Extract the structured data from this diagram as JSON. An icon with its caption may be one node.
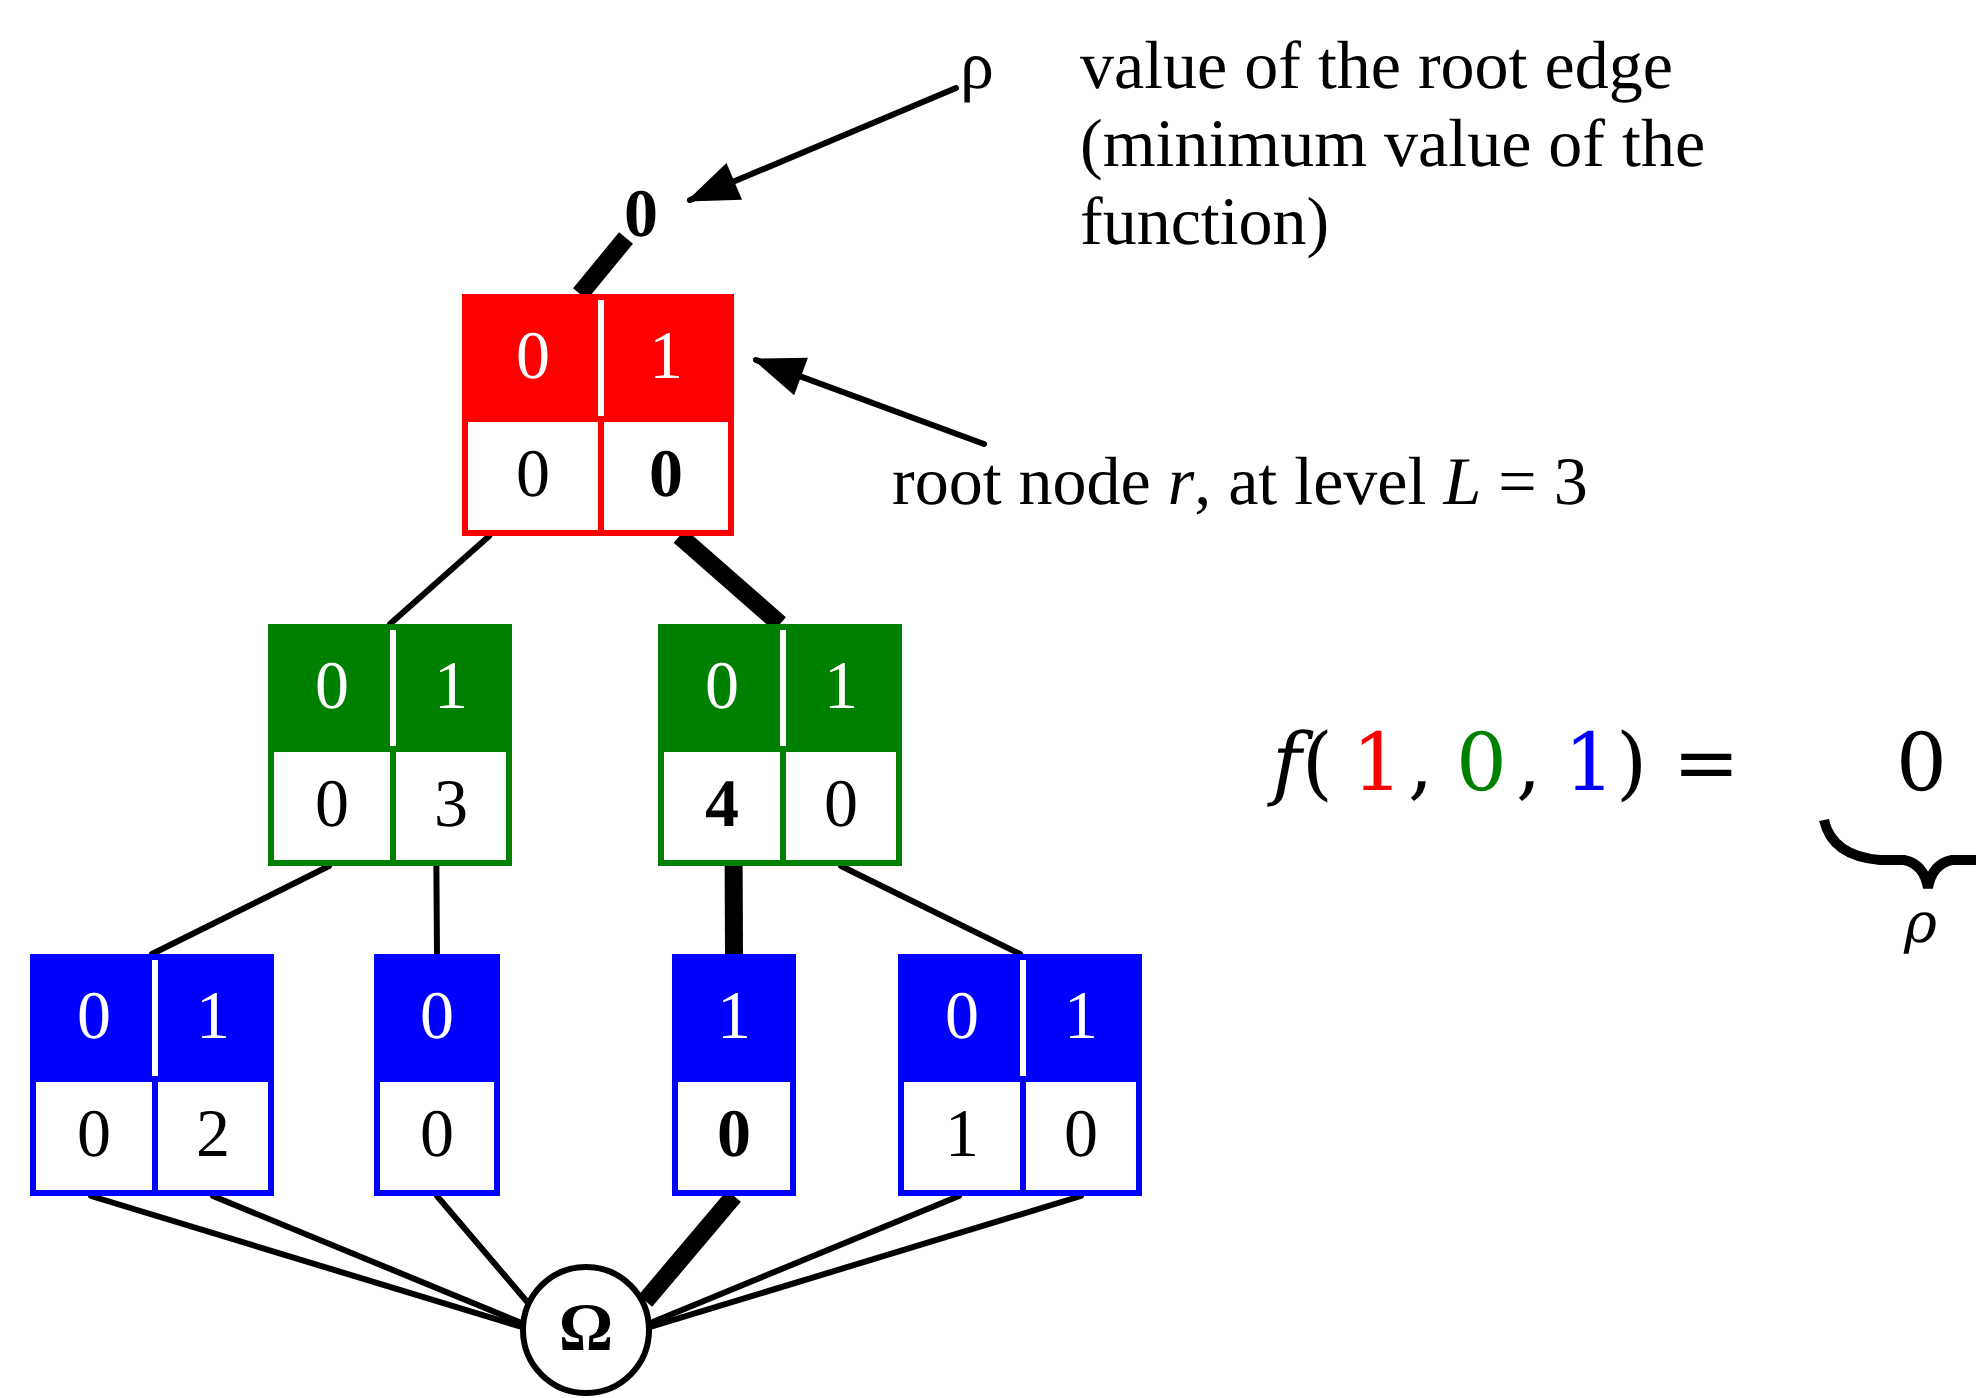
{
  "diagram": {
    "nodes": [
      {
        "text": [
          "ρ",
          "value of the root edge (minimum value of the function)"
        ]
      },
      {
        "text": [
          "0"
        ]
      },
      {
        "text": [
          "root node *r*, at level *L* = 3"
        ]
      },
      {
        "text": [
          "0",
          "1",
          "0",
          "0"
        ]
      },
      {
        "text": [
          "0",
          "1",
          "0",
          "3"
        ]
      },
      {
        "text": [
          "0",
          "1",
          "4",
          "0"
        ]
      },
      {
        "text": [
          "0",
          "1",
          "0",
          "2"
        ]
      },
      {
        "text": [
          "0",
          "0"
        ]
      },
      {
        "text": [
          "1",
          "0"
        ]
      },
      {
        "text": [
          "0",
          "1",
          "1",
          "0"
        ]
      },
      {
        "text": [
          "Ω"
        ]
      }
    ],
    "edges": [
      {
        "from": 0,
        "to": 1,
        "arrow": "to"
      },
      {
        "from": 2,
        "to": 3,
        "arrow": "to"
      },
      {
        "from": 1,
        "to": 3,
        "arrow": "none",
        "style": "thick"
      },
      {
        "from": 3,
        "to": 4,
        "arrow": "none"
      },
      {
        "from": 3,
        "to": 5,
        "arrow": "none",
        "style": "thick"
      },
      {
        "from": 4,
        "to": 6,
        "arrow": "none"
      },
      {
        "from": 4,
        "to": 7,
        "arrow": "none"
      },
      {
        "from": 5,
        "to": 8,
        "arrow": "none",
        "style": "thick"
      },
      {
        "from": 5,
        "to": 9,
        "arrow": "none"
      },
      {
        "from": 6,
        "to": 10,
        "arrow": "none"
      },
      {
        "from": 6,
        "to": 10,
        "arrow": "none"
      },
      {
        "from": 7,
        "to": 10,
        "arrow": "none"
      },
      {
        "from": 8,
        "to": 10,
        "arrow": "none",
        "style": "thick"
      },
      {
        "from": 9,
        "to": 10,
        "arrow": "none"
      },
      {
        "from": 9,
        "to": 10,
        "arrow": "none"
      }
    ],
    "labels": [
      "*f*(",
      "1",
      ",",
      "0",
      ",",
      "1",
      ") =",
      "0",
      "ρ"
    ]
  }
}
